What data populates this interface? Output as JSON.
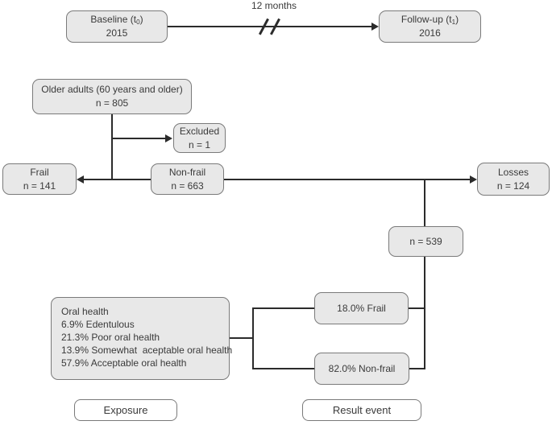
{
  "timeline": {
    "duration_label": "12 months",
    "baseline": {
      "title_pre": "Baseline (t",
      "title_sub": "0",
      "title_post": ")",
      "year": "2015"
    },
    "followup": {
      "title_pre": "Follow-up (t",
      "title_sub": "1",
      "title_post": ")",
      "year": "2016"
    }
  },
  "flow": {
    "older_adults": {
      "line1": "Older adults (60 years and older)",
      "line2": "n = 805"
    },
    "excluded": {
      "line1": "Excluded",
      "line2": "n = 1"
    },
    "frail": {
      "line1": "Frail",
      "line2": "n = 141"
    },
    "non_frail": {
      "line1": "Non-frail",
      "line2": "n = 663"
    },
    "losses": {
      "line1": "Losses",
      "line2": "n = 124"
    },
    "analyzed": {
      "line1": "n = 539"
    },
    "oral_health": {
      "lines": [
        "Oral health",
        "6.9% Edentulous",
        "21.3% Poor oral health",
        "13.9% Somewhat  aceptable oral health",
        "57.9% Acceptable oral health"
      ]
    },
    "result_frail": {
      "line1": "18.0% Frail"
    },
    "result_non_frail": {
      "line1": "82.0% Non-frail"
    }
  },
  "legend": {
    "exposure": "Exposure",
    "result_event": "Result event"
  },
  "colors": {
    "box_fill": "#e8e8e8",
    "box_border": "#7a7a7a",
    "line": "#2b2b2b",
    "text": "#3a3a3a",
    "label_fill": "#ffffff"
  }
}
